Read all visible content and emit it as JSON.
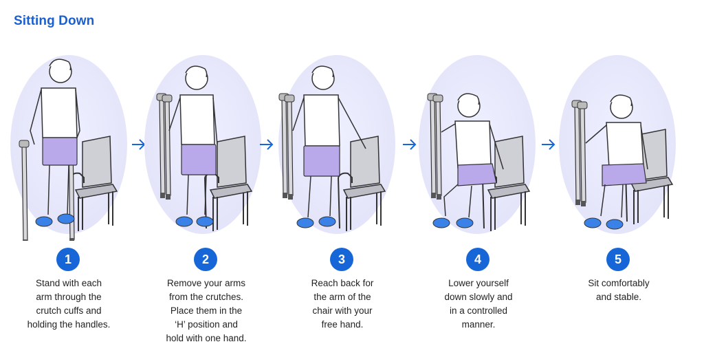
{
  "title": "Sitting Down",
  "colors": {
    "accent": "#1666d8",
    "shorts": "#b9a9ea",
    "shoes": "#3b82e8",
    "halo": "#e8e8fb"
  },
  "steps": [
    {
      "number": "1",
      "caption": "Stand with each\narm through the\ncrutch cuffs and\nholding the handles."
    },
    {
      "number": "2",
      "caption": "Remove your arms\nfrom the crutches.\nPlace them in the\n‘H’ position and\nhold with one hand."
    },
    {
      "number": "3",
      "caption": "Reach back for\nthe arm of the\nchair with your\nfree hand."
    },
    {
      "number": "4",
      "caption": "Lower yourself\ndown slowly and\nin a controlled\nmanner."
    },
    {
      "number": "5",
      "caption": "Sit comfortably\nand stable."
    }
  ]
}
